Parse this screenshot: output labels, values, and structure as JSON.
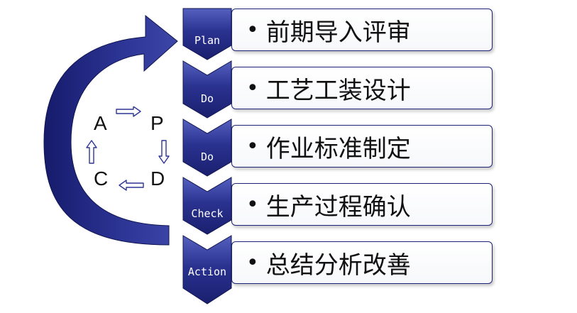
{
  "steps": [
    {
      "phase": "Plan",
      "text": "前期导入评审"
    },
    {
      "phase": "Do",
      "text": "工艺工装设计"
    },
    {
      "phase": "Do",
      "text": "作业标准制定"
    },
    {
      "phase": "Check",
      "text": "生产过程确认"
    },
    {
      "phase": "Action",
      "text": "总结分析改善"
    }
  ],
  "cycle": {
    "a": "A",
    "p": "P",
    "c": "C",
    "d": "D"
  },
  "bullet": "•",
  "colors": {
    "navy": "#1d2378",
    "navy_light": "#4b56b5",
    "card_border": "#1d2378"
  }
}
